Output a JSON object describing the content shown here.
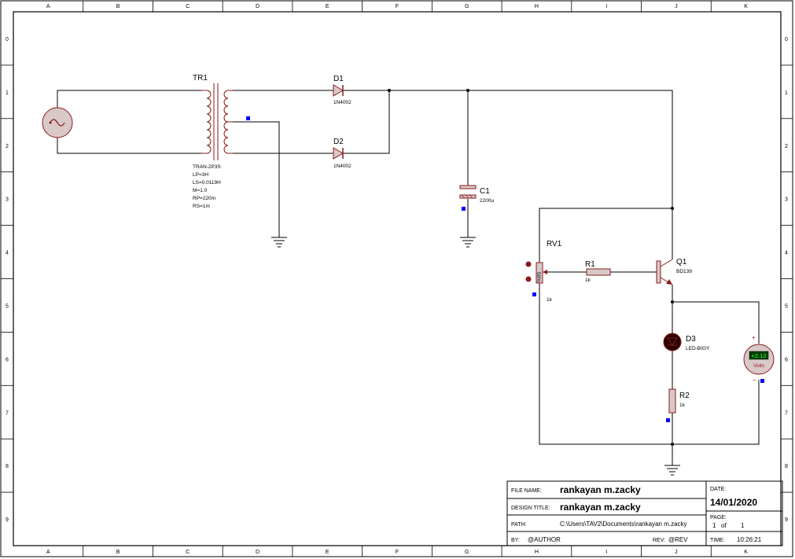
{
  "frame": {
    "columns": [
      "A",
      "B",
      "C",
      "D",
      "E",
      "F",
      "G",
      "H",
      "I",
      "J",
      "K"
    ],
    "rows": [
      "0",
      "1",
      "2",
      "3",
      "4",
      "5",
      "6",
      "7",
      "8",
      "9"
    ]
  },
  "components": {
    "tr1": {
      "ref": "TR1",
      "params": [
        "TRAN-2P3S",
        "LP=3H",
        "LS=0.0119H",
        "M=1.0",
        "RP=220m",
        "RS=1m"
      ]
    },
    "d1": {
      "ref": "D1",
      "value": "1N4002"
    },
    "d2": {
      "ref": "D2",
      "value": "1N4002"
    },
    "c1": {
      "ref": "C1",
      "value": "2200u"
    },
    "rv1": {
      "ref": "RV1",
      "value": "1k",
      "wiper": "50%"
    },
    "r1": {
      "ref": "R1",
      "value": "1k"
    },
    "q1": {
      "ref": "Q1",
      "value": "BD139"
    },
    "d3": {
      "ref": "D3",
      "value": "LED-BIGY"
    },
    "r2": {
      "ref": "R2",
      "value": "1k"
    },
    "voltmeter": {
      "reading": "+2.12",
      "unit": "Volts",
      "plus": "+",
      "minus": "−"
    }
  },
  "title_block": {
    "file_name_label": "FILE NAME:",
    "file_name": "rankayan m.zacky",
    "design_title_label": "DESIGN TITLE:",
    "design_title": "rankayan m.zacky",
    "path_label": "PATH:",
    "path": "C:\\Users\\TAV2\\Documents\\rankayan m.zacky",
    "by_label": "BY:",
    "by": "@AUTHOR",
    "rev_label": "REV:",
    "rev": "@REV",
    "date_label": "DATE:",
    "date": "14/01/2020",
    "page_label": "PAGE:",
    "page": "1",
    "page_of": "of",
    "page_total": "1",
    "time_label": "TIME:",
    "time": "10:26:21"
  },
  "colors": {
    "wire": "#000000",
    "component": "#8b1a1a",
    "component_fill": "#d8c8c8",
    "marker": "#0000ff"
  }
}
